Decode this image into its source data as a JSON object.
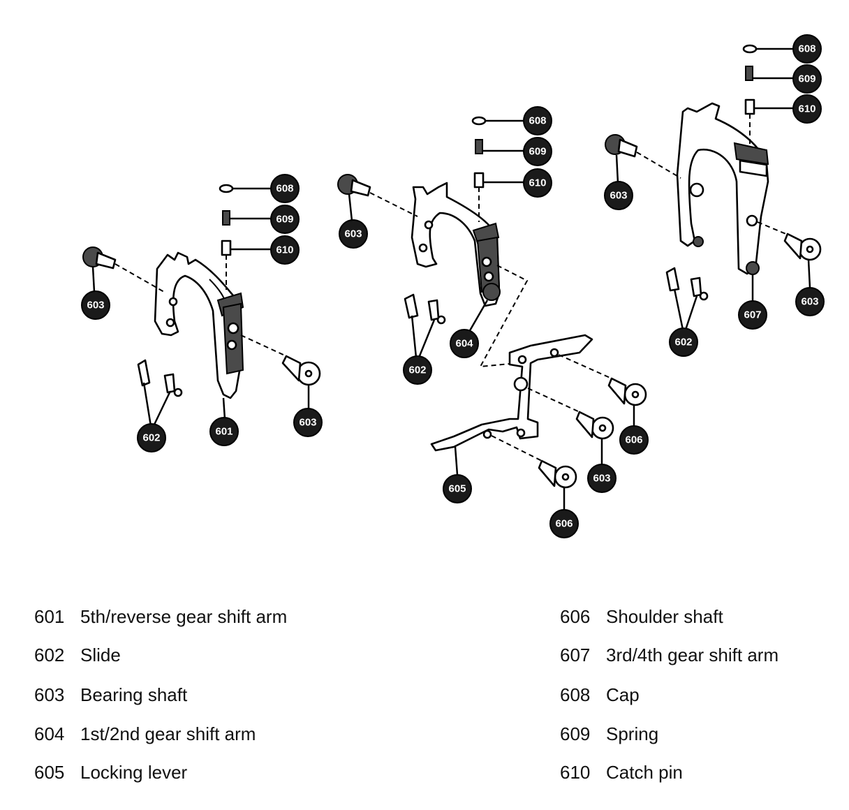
{
  "callouts": {
    "group_left": {
      "c608": "608",
      "c609": "609",
      "c610": "610",
      "c603a": "603",
      "c603b": "603",
      "c602": "602",
      "c601": "601"
    },
    "group_middle": {
      "c608": "608",
      "c609": "609",
      "c610": "610",
      "c603": "603",
      "c602": "602",
      "c604": "604"
    },
    "group_right": {
      "c608": "608",
      "c609": "609",
      "c610": "610",
      "c603a": "603",
      "c603b": "603",
      "c602": "602",
      "c607": "607"
    },
    "group_lever": {
      "c606a": "606",
      "c603": "603",
      "c605": "605",
      "c606b": "606"
    }
  },
  "legend": {
    "left": [
      {
        "num": "601",
        "label": "5th/reverse gear shift arm"
      },
      {
        "num": "602",
        "label": "Slide"
      },
      {
        "num": "603",
        "label": "Bearing shaft"
      },
      {
        "num": "604",
        "label": "1st/2nd gear shift arm"
      },
      {
        "num": "605",
        "label": "Locking lever"
      }
    ],
    "right": [
      {
        "num": "606",
        "label": "Shoulder shaft"
      },
      {
        "num": "607",
        "label": "3rd/4th gear shift arm"
      },
      {
        "num": "608",
        "label": "Cap"
      },
      {
        "num": "609",
        "label": "Spring"
      },
      {
        "num": "610",
        "label": "Catch pin"
      }
    ]
  }
}
